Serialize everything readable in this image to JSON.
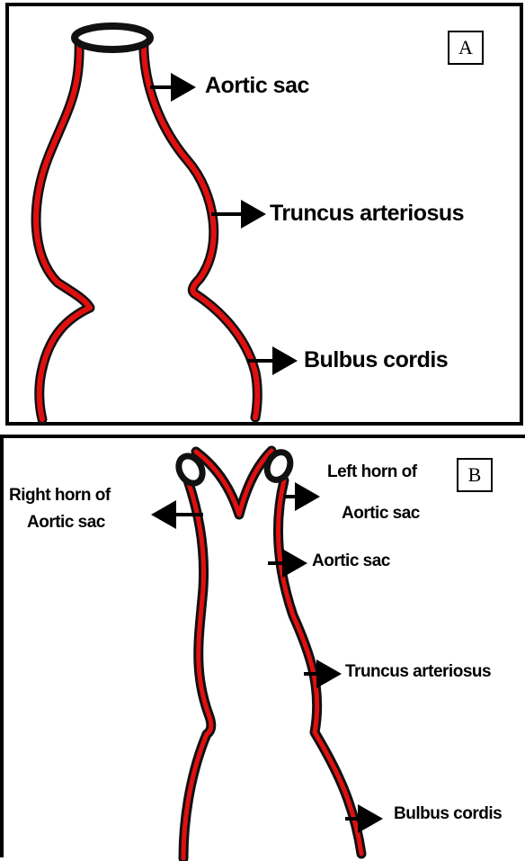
{
  "panel_a": {
    "letter": "A",
    "labels": {
      "aortic_sac": "Aortic sac",
      "truncus_arteriosus": "Truncus arteriosus",
      "bulbus_cordis": "Bulbus cordis"
    }
  },
  "panel_b": {
    "letter": "B",
    "labels": {
      "right_horn_line1": "Right horn of",
      "right_horn_line2": "Aortic sac",
      "left_horn_line1": "Left horn of",
      "left_horn_line2": "Aortic sac",
      "aortic_sac": "Aortic sac",
      "truncus_arteriosus": "Truncus arteriosus",
      "bulbus_cordis": "Bulbus cordis"
    }
  },
  "colors": {
    "vessel_outline": "#111111",
    "vessel_wall": "#e01010",
    "arrow": "#000000"
  }
}
